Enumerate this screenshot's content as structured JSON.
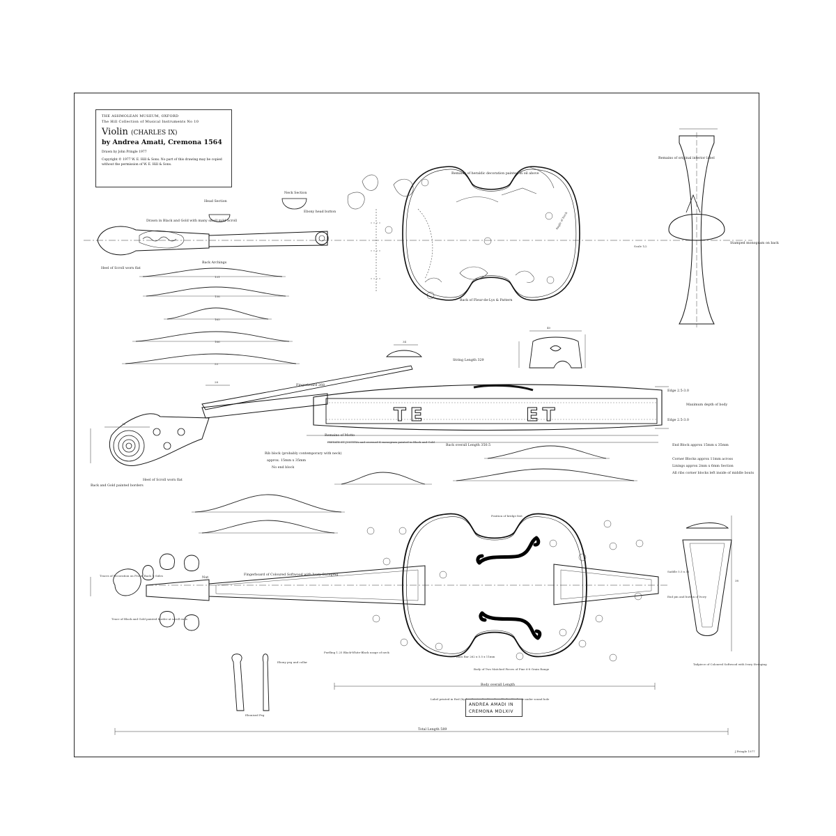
{
  "title_block": {
    "museum": "THE ASHMOLEAN MUSEUM, OXFORD",
    "collection": "The Hill Collection of Musical Instruments No 10",
    "instrument": "Violin",
    "nickname": "(CHARLES IX)",
    "maker": "by Andrea Amati, Cremona 1564",
    "drawn_by": "Drawn by John Pringle 1977",
    "copyright": "Copyright © 1977 W. E. Hill & Sons. No part of this drawing may be copied without the permission of W. E. Hill & Sons."
  },
  "annotations": {
    "head_section_1": "Head Section",
    "head_section_2": "Neck Section",
    "ebony_head_button": "Ebony head button",
    "drawn_scroll_note": "Drawn in Black and Gold with many small mild Scroll",
    "back_archings": "Back Archings",
    "heel_scroll": "Heel of Scroll worn flat",
    "remains_decoration": "Remains of heraldic decoration painted in oil above",
    "angle_of_neck": "Angle of Neck",
    "back_decoration": "Back of Fleur-de-Lys & Pattern",
    "remains_of_label": "Remains of original interior label",
    "scale": "Scale 1/2",
    "stamped_marks": "Stamped monogram on back",
    "string_length": "String Length 329",
    "fingerboard_length": "Fingerboard 268",
    "edge_1": "Edge 2.5-3.0",
    "edge_2": "Edge 2.5-3.0",
    "neck_angle": "Maximum depth of body",
    "ornament_inscription": "Remains of Motto",
    "pietate_note": "PIETATE ET JUSTITIA and crowned K monogram painted in Black and Gold",
    "back_length": "Back overall Length 350.5",
    "rib_block": "Rib block (probably contemporary with neck)",
    "block_dims": "approx. 15mm x 35mm",
    "no_end_block": "No end block",
    "end_block": "End Block approx 15mm x 35mm",
    "corner_blocks": "Corner Blocks approx 11mm across",
    "linings": "Linings approx 2mm x 6mm Section",
    "linings_2": "All ribs corner blocks left inside of middle bouts",
    "scroll_note": "Back and Gold painted borders",
    "heel_worn": "Heel of Scroll worn flat",
    "fingerboard": "Fingerboard of Coloured Softwood with Ivory Stringing",
    "nut": "Nut",
    "traces_decoration": "Traces of Decoration on Front, Back & Sides",
    "traces_black_gold": "Trace of Black and Gold painted border at scroll ends",
    "position_bridge": "Position of bridge feet",
    "purfling": "Purfling 1.25 Black-White-Black usage of neck",
    "bass_bar": "Bass Bar 262 x 5.5 x 11mm",
    "body_table": "Body of Two Matched Pieces of Pine 6-8 Grain Range",
    "body_length": "Body overall Length",
    "tailpiece": "Tailpiece of Coloured Softwood with Ivory Stringing",
    "saddle": "Saddle 5.5 x 31",
    "end_pin": "End pin and button of Ivory",
    "label_note": "Label printed in Red (by hand using backing board) glued to back under sound hole",
    "label_line1": "ANDREA AMADI IN",
    "label_line2": "CREMONA MDLXIV",
    "ebony_peg": "Ebonised Peg",
    "ebony_peg2": "Ebony peg and collar",
    "total_length": "Total Length 589",
    "signature": "J.Pringle 1977"
  },
  "stencil_letters": {
    "left": "TE",
    "right": "ET"
  },
  "dims": {
    "d1": "131",
    "d2": "158",
    "d3": "165",
    "d4": "166",
    "d5": "53",
    "d6": "34",
    "d7": "28",
    "d8": "32",
    "d9": "40",
    "d10": "38"
  },
  "colors": {
    "ink": "#111111",
    "paper": "#ffffff",
    "frame": "#222222"
  }
}
